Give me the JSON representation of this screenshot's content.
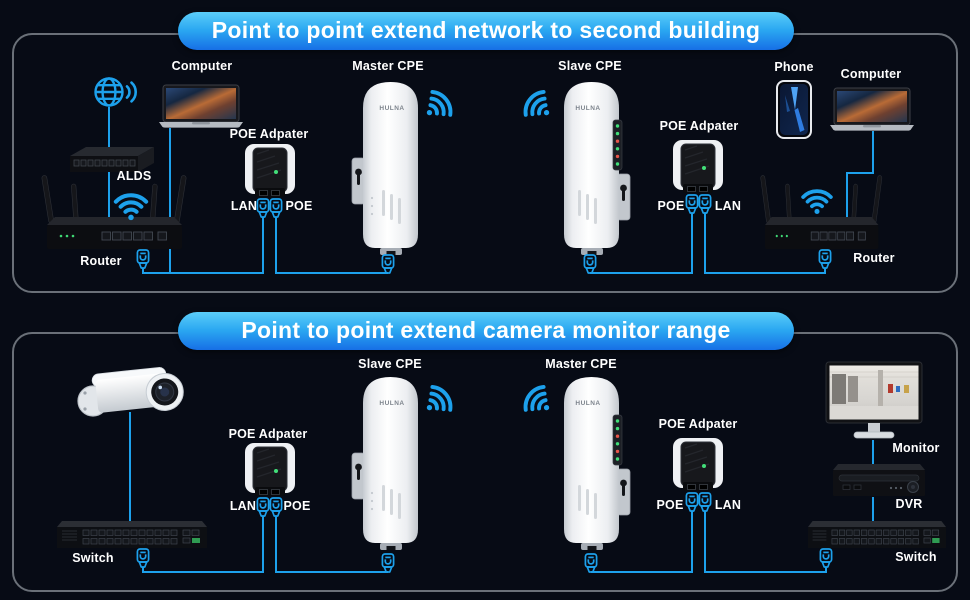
{
  "brand": "HULNA",
  "colors": {
    "background": "#070b15",
    "accent": "#1da1ec",
    "panel_border": "#6a7078",
    "pill_gradient_top": "#5bcdf9",
    "pill_gradient_bottom": "#176fe6",
    "led_green": "#42df79",
    "led_red": "#e8554a"
  },
  "panel1": {
    "title": "Point to point extend network to second building",
    "labels": {
      "computer_left": "Computer",
      "alds": "ALDS",
      "router_left": "Router",
      "poe_adapter_left": "POE Adpater",
      "lan_left": "LAN",
      "poe_left": "POE",
      "master_cpe": "Master CPE",
      "slave_cpe": "Slave CPE",
      "poe_adapter_right": "POE Adpater",
      "poe_right": "POE",
      "lan_right": "LAN",
      "phone": "Phone",
      "computer_right": "Computer",
      "router_right": "Router"
    }
  },
  "panel2": {
    "title": "Point to point extend camera monitor range",
    "labels": {
      "slave_cpe": "Slave CPE",
      "master_cpe": "Master CPE",
      "poe_adapter_left": "POE Adpater",
      "lan_left": "LAN",
      "poe_left": "POE",
      "switch_left": "Switch",
      "poe_adapter_right": "POE Adpater",
      "poe_right": "POE",
      "lan_right": "LAN",
      "monitor": "Monitor",
      "dvr": "DVR",
      "switch_right": "Switch"
    }
  }
}
